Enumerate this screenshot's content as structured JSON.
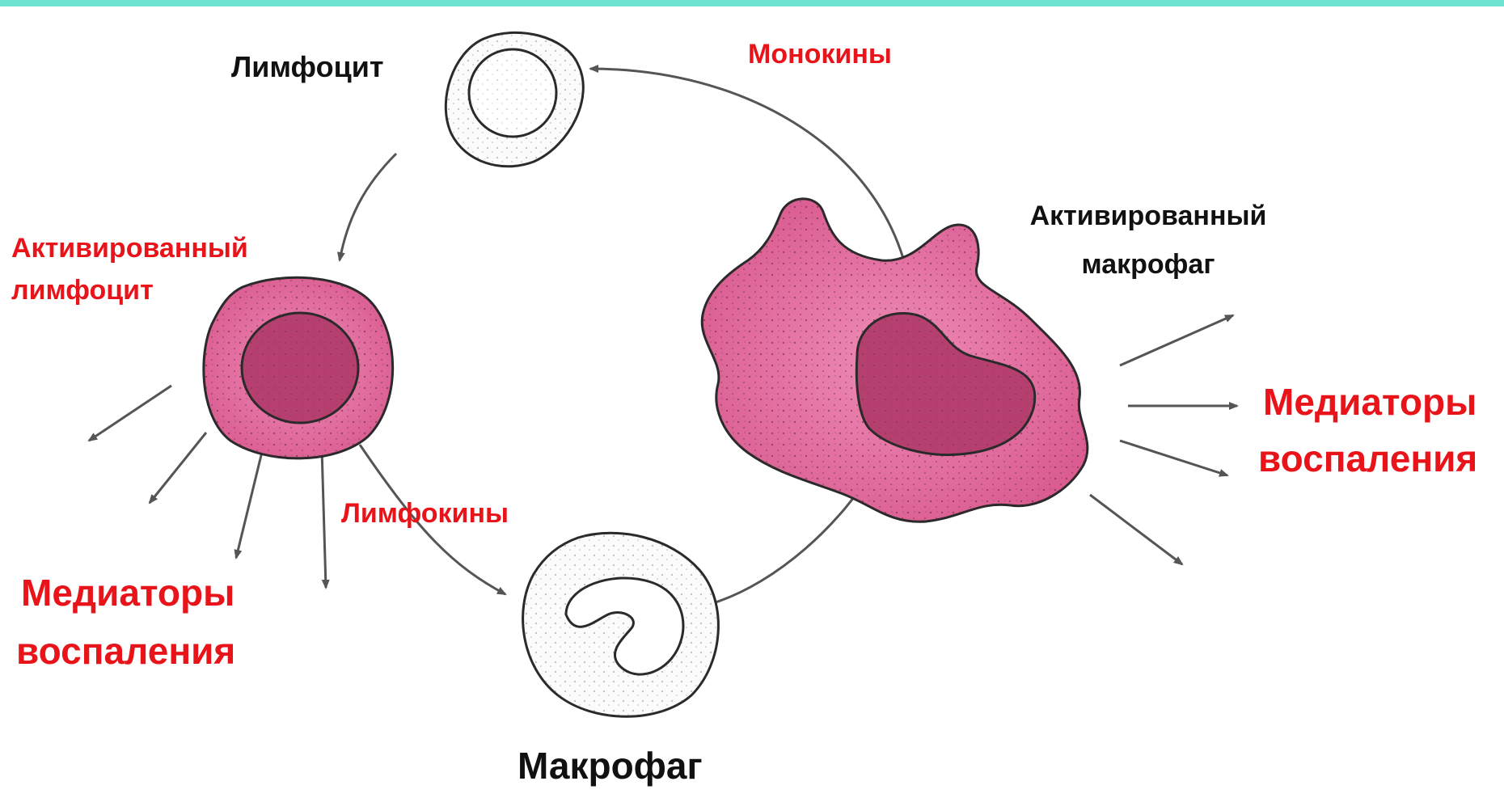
{
  "colors": {
    "top_bar": "#6fe3d2",
    "label_red": "#e8141a",
    "label_black": "#111111",
    "cell_pink": "#e06a9c",
    "nucleus": "#b5406f",
    "outline": "#2a2a2a",
    "arrow": "#555555"
  },
  "labels": {
    "lymphocyte": "Лимфоцит",
    "monokines": "Монокины",
    "activated_lymphocyte_line1": "Активированный",
    "activated_lymphocyte_line2": "лимфоцит",
    "activated_macrophage_line1": "Активированный",
    "activated_macrophage_line2": "макрофаг",
    "lymphokines": "Лимфокины",
    "macrophage": "Макрофаг",
    "mediators_left_line1": "Медиаторы",
    "mediators_left_line2": "воспаления",
    "mediators_right_line1": "Медиаторы",
    "mediators_right_line2": "воспаления"
  }
}
